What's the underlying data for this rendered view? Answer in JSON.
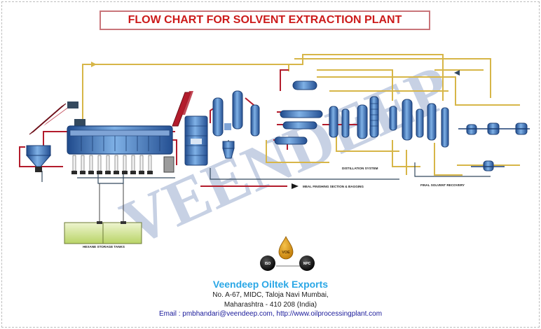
{
  "title": "FLOW CHART FOR SOLVENT EXTRACTION PLANT",
  "watermark": "VEENDEEP",
  "labels": {
    "hexane_storage": "HEXANE STORAGE TANKS",
    "meal_finishing": "MEAL FINISHING SECTION & BAGGING",
    "distillation": "DISTILLATION SYSTEM",
    "final_recovery": "FINAL SOLVENT RECOVERY"
  },
  "logo": {
    "left_badge": "ISO",
    "right_badge": "NPC",
    "drop_text": "VOE"
  },
  "company": {
    "name": "Veendeep Oiltek Exports",
    "address_line1": "No. A-67, MIDC, Taloja Navi Mumbai,",
    "address_line2": "Maharashtra - 410 208 (India)",
    "email_label": "Email : ",
    "email": "pmbhandari@veendeep.com",
    "separator": ", ",
    "website": "http://www.oilprocessingplant.com"
  },
  "colors": {
    "title_text": "#cc1b1b",
    "title_border": "#c9757a",
    "pipe_red": "#b31c2c",
    "pipe_gold": "#d7b648",
    "pipe_dark": "#34495e",
    "vessel_blue": "#4f7fc4",
    "tank_green": "#c8dc7e",
    "company_cyan": "#2aa7e6",
    "watermark": "#9aaccf",
    "logo_gold": "#d89a12"
  }
}
